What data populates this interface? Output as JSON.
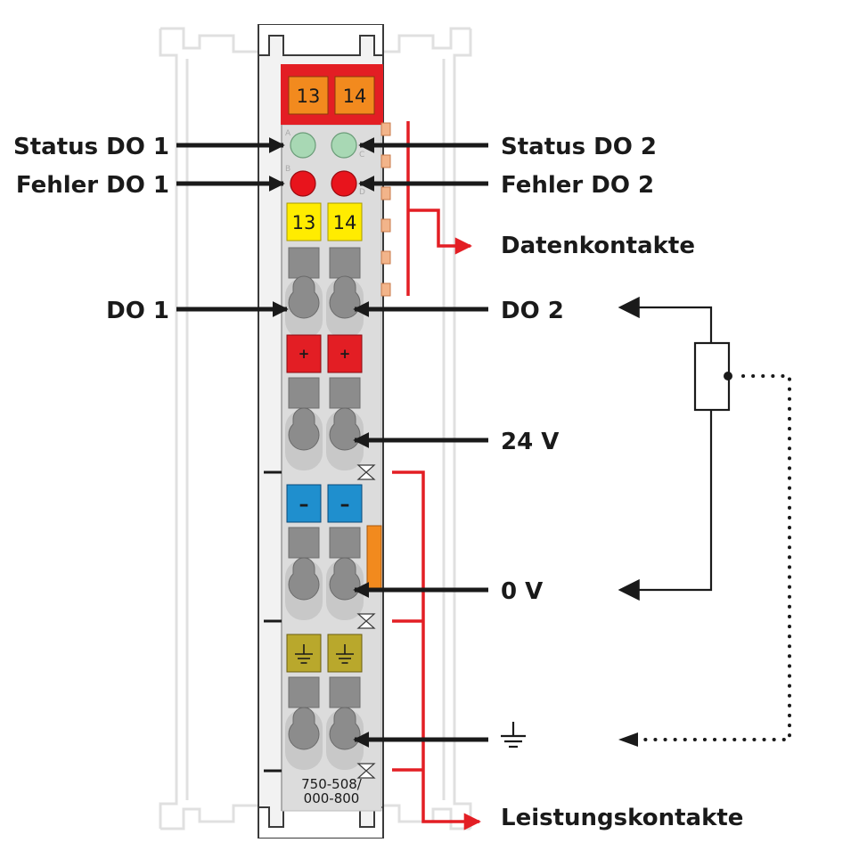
{
  "labels": {
    "status_do1": "Status DO 1",
    "fehler_do1": "Fehler DO 1",
    "do1": "DO 1",
    "status_do2": "Status DO 2",
    "fehler_do2": "Fehler DO 2",
    "datenkontakte": "Datenkontakte",
    "do2": "DO 2",
    "v24": "24 V",
    "v0": "0 V",
    "leistungskontakte": "Leistungskontakte"
  },
  "module": {
    "top_marker_left": "13",
    "top_marker_right": "14",
    "yellow_marker_left": "13",
    "yellow_marker_right": "14",
    "plus_symbol": "+",
    "minus_symbol": "–",
    "led_row_a": "A",
    "led_row_b": "B",
    "led_col_c": "C",
    "led_col_d": "D",
    "model_line1": "750-508/",
    "model_line2": "000-800"
  },
  "colors": {
    "status_led": "#a8d8b4",
    "error_led": "#e8141c",
    "accent_red": "#e31e24",
    "marker_orange": "#f28a1e",
    "marker_yellow": "#ffec00",
    "marker_blue": "#1f8fce",
    "marker_ground": "#b9a82c",
    "housing": "#dcdcdc"
  }
}
